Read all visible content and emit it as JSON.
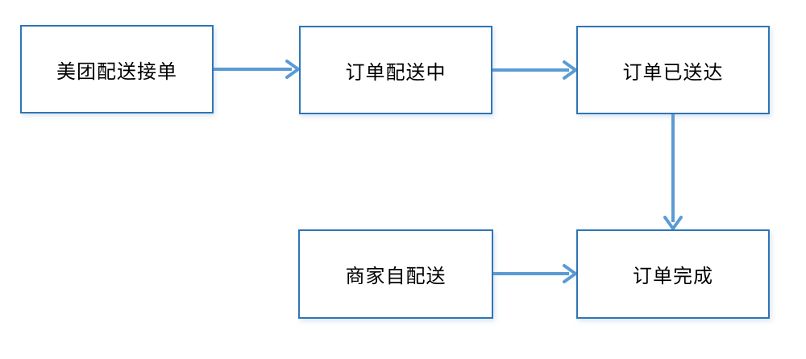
{
  "diagram": {
    "type": "flowchart",
    "colors": {
      "background": "#ffffff",
      "box_fill": "#ffffff",
      "box_border": "#2e75b6",
      "arrow": "#5b9bd5",
      "text": "#000000"
    },
    "nodes": [
      {
        "id": "meituan-delivery-accept",
        "label": "美团配送接单"
      },
      {
        "id": "order-delivering",
        "label": "订单配送中"
      },
      {
        "id": "order-delivered",
        "label": "订单已送达"
      },
      {
        "id": "merchant-self-delivery",
        "label": "商家自配送"
      },
      {
        "id": "order-complete",
        "label": "订单完成"
      }
    ],
    "edges": [
      {
        "from": "meituan-delivery-accept",
        "to": "order-delivering",
        "direction": "right"
      },
      {
        "from": "order-delivering",
        "to": "order-delivered",
        "direction": "right"
      },
      {
        "from": "order-delivered",
        "to": "order-complete",
        "direction": "down"
      },
      {
        "from": "merchant-self-delivery",
        "to": "order-complete",
        "direction": "right"
      }
    ]
  }
}
